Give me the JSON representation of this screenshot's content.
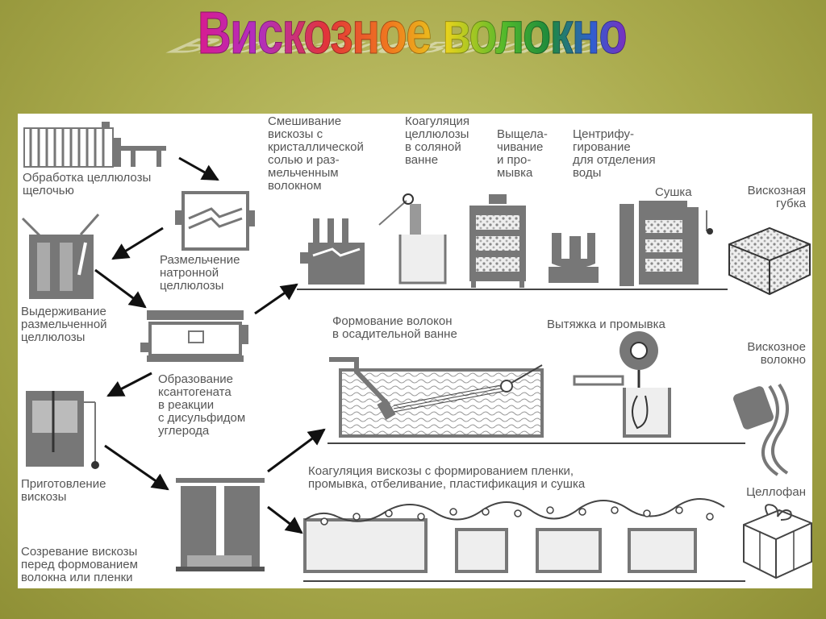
{
  "title": "Вискозное волокно",
  "labels": {
    "cellulose_treatment": "Обработка целлюлозы\nщелочью",
    "grinding": "Размельчение\nнатронной\nцеллюлозы",
    "aging_cellulose": "Выдерживание\nразмельченной\nцеллюлозы",
    "xanthate": "Образование\nксантогената\nв реакции\nс дисульфидом\nуглерода",
    "viscose_prep": "Приготовление\nвискозы",
    "viscose_ripening": "Созревание вискозы\nперед формованием\nволокна или пленки",
    "mixing": "Смешивание\nвискозы с\nкристаллической\nсолью и раз-\nмельченным\nволокном",
    "coagulation_salt": "Коагуляция\nцеллюлозы\nв соляной\nванне",
    "leaching": "Выщела-\nчивание\nи про-\nмывка",
    "centrifuge": "Центрифу-\nгирование\nдля отделения\nводы",
    "drying": "Сушка",
    "sponge": "Вискозная\nгубка",
    "spinning": "Формование волокон\nв осадительной ванне",
    "stretching": "Вытяжка и промывка",
    "fiber": "Вискозное\nволокно",
    "film_process": "Коагуляция вискозы с формированием пленки,\nпромывка, отбеливание, пластификация и сушка",
    "cellophane": "Целлофан"
  },
  "colors": {
    "machine": "#777777",
    "dark": "#4a4a4a",
    "text": "#555555",
    "line": "#444444"
  }
}
